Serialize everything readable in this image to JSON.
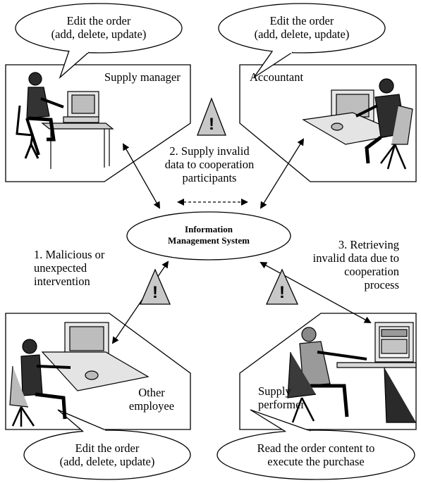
{
  "speech_bubbles": {
    "top_left": {
      "line1": "Edit  the order",
      "line2": "(add, delete, update)"
    },
    "top_right": {
      "line1": "Edit  the order",
      "line2": "(add, delete, update)"
    },
    "bottom_left": {
      "line1": "Edit  the order",
      "line2": "(add, delete, update)"
    },
    "bottom_right": {
      "line1": "Read  the order content to",
      "line2": "execute the purchase"
    }
  },
  "roles": {
    "top_left": "Supply manager",
    "top_right": "Accountant",
    "bottom_left": {
      "line1": "Other",
      "line2": "employee"
    },
    "bottom_right": {
      "line1": "Supply",
      "line2": "performer"
    }
  },
  "center": {
    "line1": "Information",
    "line2": "Management System"
  },
  "threats": {
    "t2": {
      "line1": "2. Supply invalid",
      "line2": "data to cooperation",
      "line3": "participants"
    },
    "t1": {
      "line1": "1. Malicious or",
      "line2": "unexpected",
      "line3": "intervention"
    },
    "t3": {
      "line1": "3. Retrieving",
      "line2": "invalid data due to",
      "line3": "cooperation",
      "line4": "process"
    }
  },
  "warning_symbol": "!",
  "icons": {
    "warning": "warning-triangle-icon",
    "computer": "computer-icon",
    "person": "person-icon"
  }
}
